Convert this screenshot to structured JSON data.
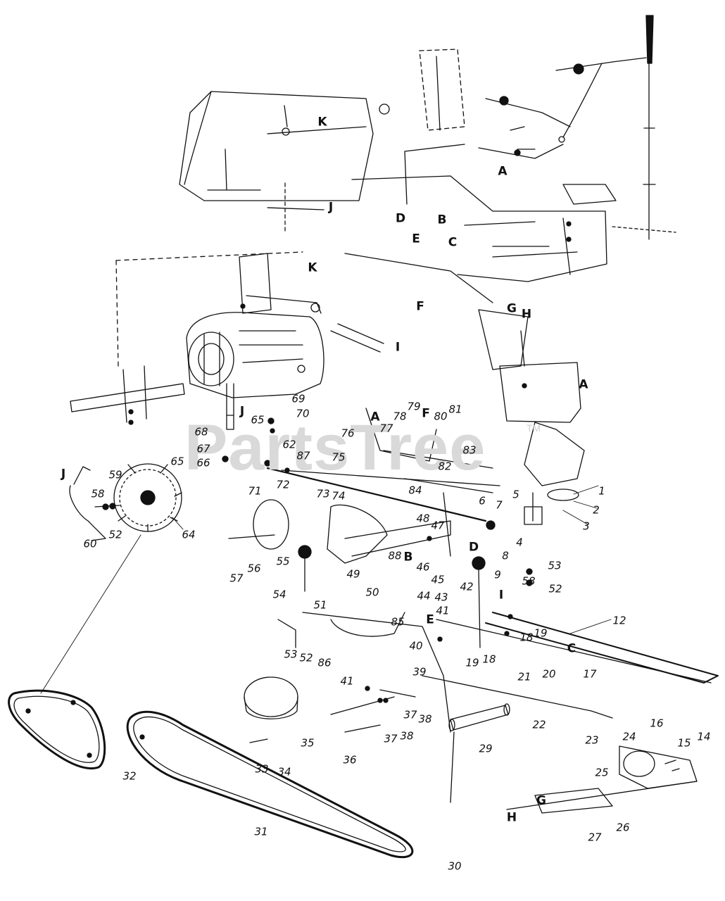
{
  "watermark": {
    "text": "PartsTree",
    "trademark": "TM"
  },
  "callouts": [
    {
      "id": "c1",
      "text": "1"
    },
    {
      "id": "c2",
      "text": "2"
    },
    {
      "id": "c3",
      "text": "3"
    },
    {
      "id": "c4",
      "text": "4"
    },
    {
      "id": "c5",
      "text": "5"
    },
    {
      "id": "c6",
      "text": "6"
    },
    {
      "id": "c7",
      "text": "7"
    },
    {
      "id": "c8",
      "text": "8"
    },
    {
      "id": "c9",
      "text": "9"
    },
    {
      "id": "c12",
      "text": "12"
    },
    {
      "id": "c14",
      "text": "14"
    },
    {
      "id": "c15",
      "text": "15"
    },
    {
      "id": "c16",
      "text": "16"
    },
    {
      "id": "c17",
      "text": "17"
    },
    {
      "id": "c18a",
      "text": "18"
    },
    {
      "id": "c18b",
      "text": "18"
    },
    {
      "id": "c19a",
      "text": "19"
    },
    {
      "id": "c19b",
      "text": "19"
    },
    {
      "id": "c20",
      "text": "20"
    },
    {
      "id": "c21",
      "text": "21"
    },
    {
      "id": "c22",
      "text": "22"
    },
    {
      "id": "c23",
      "text": "23"
    },
    {
      "id": "c24",
      "text": "24"
    },
    {
      "id": "c25",
      "text": "25"
    },
    {
      "id": "c26",
      "text": "26"
    },
    {
      "id": "c27",
      "text": "27"
    },
    {
      "id": "c29",
      "text": "29"
    },
    {
      "id": "c30",
      "text": "30"
    },
    {
      "id": "c31",
      "text": "31"
    },
    {
      "id": "c32",
      "text": "32"
    },
    {
      "id": "c33",
      "text": "33"
    },
    {
      "id": "c34",
      "text": "34"
    },
    {
      "id": "c35",
      "text": "35"
    },
    {
      "id": "c36",
      "text": "36"
    },
    {
      "id": "c37a",
      "text": "37"
    },
    {
      "id": "c38a",
      "text": "38"
    },
    {
      "id": "c37b",
      "text": "37"
    },
    {
      "id": "c38b",
      "text": "38"
    },
    {
      "id": "c39",
      "text": "39"
    },
    {
      "id": "c40",
      "text": "40"
    },
    {
      "id": "c41a",
      "text": "41"
    },
    {
      "id": "c41b",
      "text": "41"
    },
    {
      "id": "c42",
      "text": "42"
    },
    {
      "id": "c43",
      "text": "43"
    },
    {
      "id": "c44",
      "text": "44"
    },
    {
      "id": "c45",
      "text": "45"
    },
    {
      "id": "c46",
      "text": "46"
    },
    {
      "id": "c47",
      "text": "47"
    },
    {
      "id": "c48",
      "text": "48"
    },
    {
      "id": "c49",
      "text": "49"
    },
    {
      "id": "c50",
      "text": "50"
    },
    {
      "id": "c51",
      "text": "51"
    },
    {
      "id": "c52a",
      "text": "52"
    },
    {
      "id": "c52b",
      "text": "52"
    },
    {
      "id": "c52c",
      "text": "52"
    },
    {
      "id": "c53a",
      "text": "53"
    },
    {
      "id": "c53b",
      "text": "53"
    },
    {
      "id": "c54",
      "text": "54"
    },
    {
      "id": "c55",
      "text": "55"
    },
    {
      "id": "c56",
      "text": "56"
    },
    {
      "id": "c57",
      "text": "57"
    },
    {
      "id": "c58a",
      "text": "58"
    },
    {
      "id": "c58b",
      "text": "58"
    },
    {
      "id": "c59",
      "text": "59"
    },
    {
      "id": "c60",
      "text": "60"
    },
    {
      "id": "c62",
      "text": "62"
    },
    {
      "id": "c64",
      "text": "64"
    },
    {
      "id": "c65a",
      "text": "65"
    },
    {
      "id": "c65b",
      "text": "65"
    },
    {
      "id": "c66",
      "text": "66"
    },
    {
      "id": "c67",
      "text": "67"
    },
    {
      "id": "c68",
      "text": "68"
    },
    {
      "id": "c69",
      "text": "69"
    },
    {
      "id": "c70",
      "text": "70"
    },
    {
      "id": "c71",
      "text": "71"
    },
    {
      "id": "c72",
      "text": "72"
    },
    {
      "id": "c73",
      "text": "73"
    },
    {
      "id": "c74",
      "text": "74"
    },
    {
      "id": "c75",
      "text": "75"
    },
    {
      "id": "c76",
      "text": "76"
    },
    {
      "id": "c77",
      "text": "77"
    },
    {
      "id": "c78",
      "text": "78"
    },
    {
      "id": "c79",
      "text": "79"
    },
    {
      "id": "c80",
      "text": "80"
    },
    {
      "id": "c81",
      "text": "81"
    },
    {
      "id": "c82",
      "text": "82"
    },
    {
      "id": "c83",
      "text": "83"
    },
    {
      "id": "c84",
      "text": "84"
    },
    {
      "id": "c85",
      "text": "85"
    },
    {
      "id": "c86",
      "text": "86"
    },
    {
      "id": "c87",
      "text": "87"
    },
    {
      "id": "c88",
      "text": "88"
    }
  ],
  "letters": [
    {
      "id": "lA1",
      "text": "A"
    },
    {
      "id": "lA2",
      "text": "A"
    },
    {
      "id": "lA3",
      "text": "A"
    },
    {
      "id": "lB1",
      "text": "B"
    },
    {
      "id": "lB2",
      "text": "B"
    },
    {
      "id": "lC1",
      "text": "C"
    },
    {
      "id": "lC2",
      "text": "C"
    },
    {
      "id": "lD1",
      "text": "D"
    },
    {
      "id": "lD2",
      "text": "D"
    },
    {
      "id": "lE1",
      "text": "E"
    },
    {
      "id": "lE2",
      "text": "E"
    },
    {
      "id": "lF1",
      "text": "F"
    },
    {
      "id": "lF2",
      "text": "F"
    },
    {
      "id": "lG1",
      "text": "G"
    },
    {
      "id": "lG2",
      "text": "G"
    },
    {
      "id": "lH1",
      "text": "H"
    },
    {
      "id": "lH2",
      "text": "H"
    },
    {
      "id": "lJ1",
      "text": "J"
    },
    {
      "id": "lJ2",
      "text": "J"
    },
    {
      "id": "lJ3",
      "text": "J"
    },
    {
      "id": "lK1",
      "text": "K"
    },
    {
      "id": "lK2",
      "text": "K"
    },
    {
      "id": "lI1",
      "text": "I"
    },
    {
      "id": "lI2",
      "text": "I"
    }
  ]
}
